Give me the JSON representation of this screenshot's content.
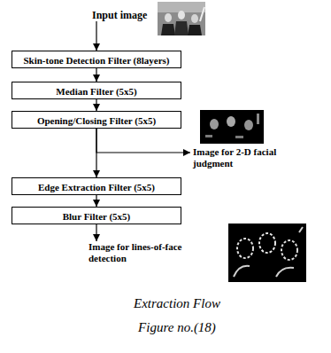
{
  "diagram": {
    "caption": "Extraction Flow",
    "nodes": [
      {
        "text": [
          "Input image"
        ]
      },
      {
        "text": [
          "Skin-tone Detection Filter (8layers)"
        ]
      },
      {
        "text": [
          "Median Filter (5x5)"
        ]
      },
      {
        "text": [
          "Opening/Closing Filter (5x5)"
        ]
      },
      {
        "text": [
          "Edge Extraction Filter (5x5)"
        ]
      },
      {
        "text": [
          "Blur Filter (5x5)"
        ]
      },
      {
        "text": [
          "Image for 2-D facial judgment"
        ]
      },
      {
        "text": [
          "Image for lines-of-face detection"
        ]
      }
    ],
    "edges": [
      {
        "from": 0,
        "to": 1,
        "arrow": "to"
      },
      {
        "from": 1,
        "to": 2,
        "arrow": "to"
      },
      {
        "from": 2,
        "to": 3,
        "arrow": "to"
      },
      {
        "from": 3,
        "to": 4,
        "arrow": "to"
      },
      {
        "from": 3,
        "to": 6,
        "arrow": "to"
      },
      {
        "from": 4,
        "to": 5,
        "arrow": "to"
      },
      {
        "from": 5,
        "to": 7,
        "arrow": "to"
      }
    ],
    "labels": [
      "Figure no.(18)"
    ]
  }
}
